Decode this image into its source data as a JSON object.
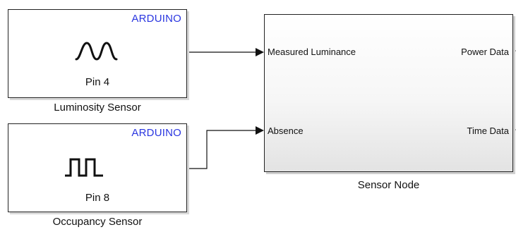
{
  "blocks": {
    "luminosity": {
      "header": "ARDUINO",
      "pin": "Pin 4",
      "caption": "Luminosity Sensor",
      "icon": "sine-wave-icon"
    },
    "occupancy": {
      "header": "ARDUINO",
      "pin": "Pin 8",
      "caption": "Occupancy Sensor",
      "icon": "square-wave-icon"
    },
    "sensor_node": {
      "caption": "Sensor Node",
      "inputs": [
        "Measured Luminance",
        "Absence"
      ],
      "outputs": [
        "Power Data",
        "Time Data"
      ]
    }
  },
  "colors": {
    "arduino_label": "#2a36e0",
    "line": "#111111",
    "node_gradient_bottom": "#e3e3e3"
  }
}
